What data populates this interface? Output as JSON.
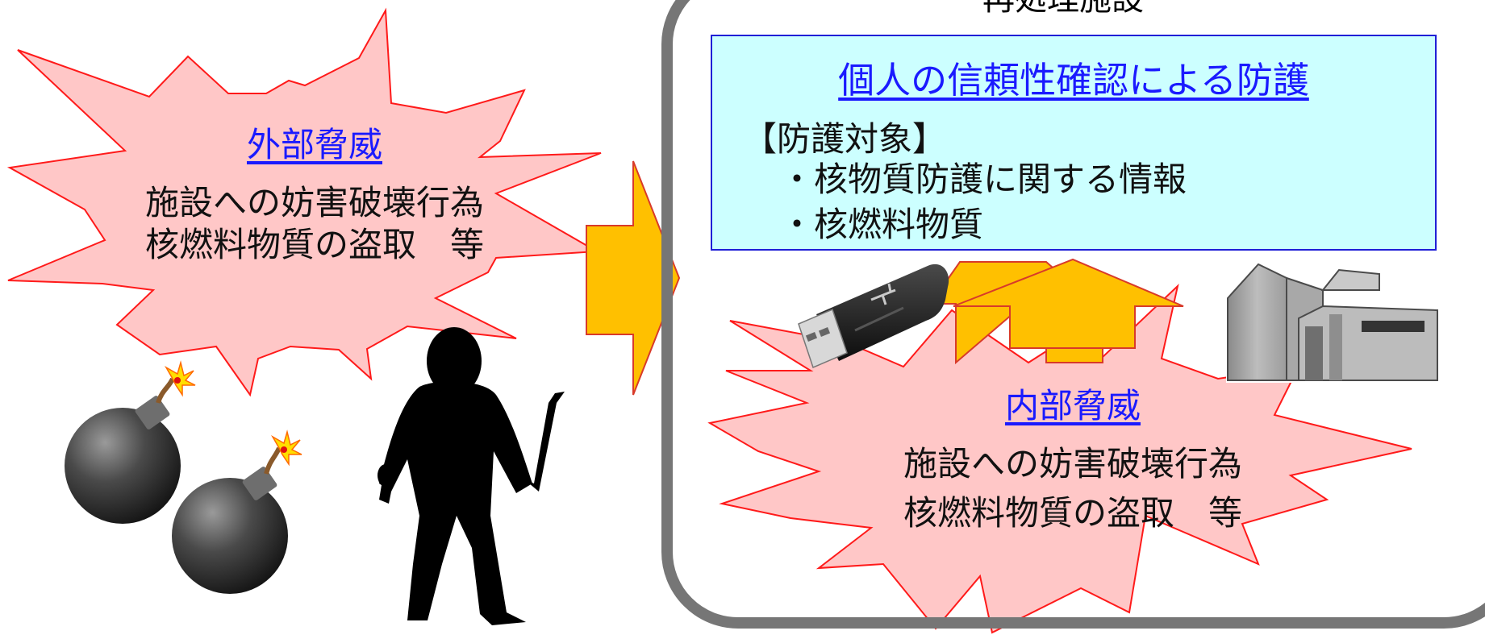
{
  "facility": {
    "label": "再処理施設"
  },
  "protection_panel": {
    "title": "個人の信頼性確認による防護",
    "target_heading": "【防護対象】",
    "targets": [
      "・核物質防護に関する情報",
      "・核燃料物質"
    ]
  },
  "external_threat": {
    "title": "外部脅威",
    "lines": [
      "施設への妨害破壊行為",
      "核燃料物質の盗取　等"
    ]
  },
  "internal_threat": {
    "title": "内部脅威",
    "lines": [
      "施設への妨害破壊行為",
      "核燃料物質の盗取　等"
    ]
  },
  "colors": {
    "burst_fill": "#ffc7c7",
    "burst_stroke": "#ff1a1a",
    "arrow_fill": "#ffc000",
    "arrow_stroke": "#d83a2a",
    "panel_fill": "#ccffff",
    "panel_border": "#1f1fd6",
    "link_blue": "#1a1aff",
    "facility_border": "#767676"
  },
  "icons": {
    "intruder": "silhouette-intruder-icon",
    "bomb": "bomb-icon",
    "usb": "usb-drive-icon",
    "building": "building-icon"
  }
}
